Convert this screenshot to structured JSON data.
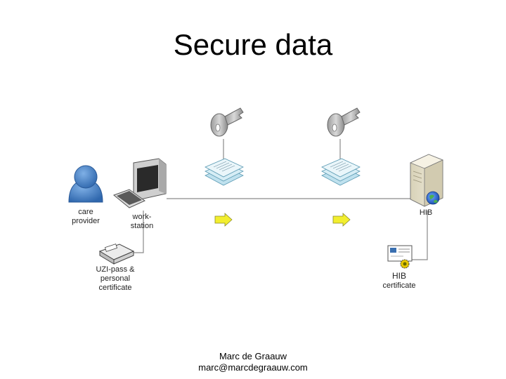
{
  "title": "Secure data",
  "labels": {
    "care_provider": "care\nprovider",
    "workstation": "work-\nstation",
    "uzi_pass": "UZI-pass &\npersonal\ncertificate",
    "hib_server": "HIB",
    "hib_certificate_title": "HIB",
    "hib_certificate_sub": "certificate"
  },
  "footer": {
    "author": "Marc de Graauw",
    "email": "marc@marcdegraauw.com"
  },
  "icons": [
    "person-icon",
    "monitor-icon",
    "keyboard-icon",
    "card-reader-icon",
    "key-icon",
    "key-icon",
    "document-stack-icon",
    "document-stack-icon",
    "arrow-right-icon",
    "arrow-right-icon",
    "server-icon",
    "globe-icon",
    "certificate-icon"
  ],
  "colors": {
    "arrow": "#f2ee2e",
    "docs": "#cfe8f2",
    "person": "#3a78c0",
    "server": "#e8e2c8"
  }
}
